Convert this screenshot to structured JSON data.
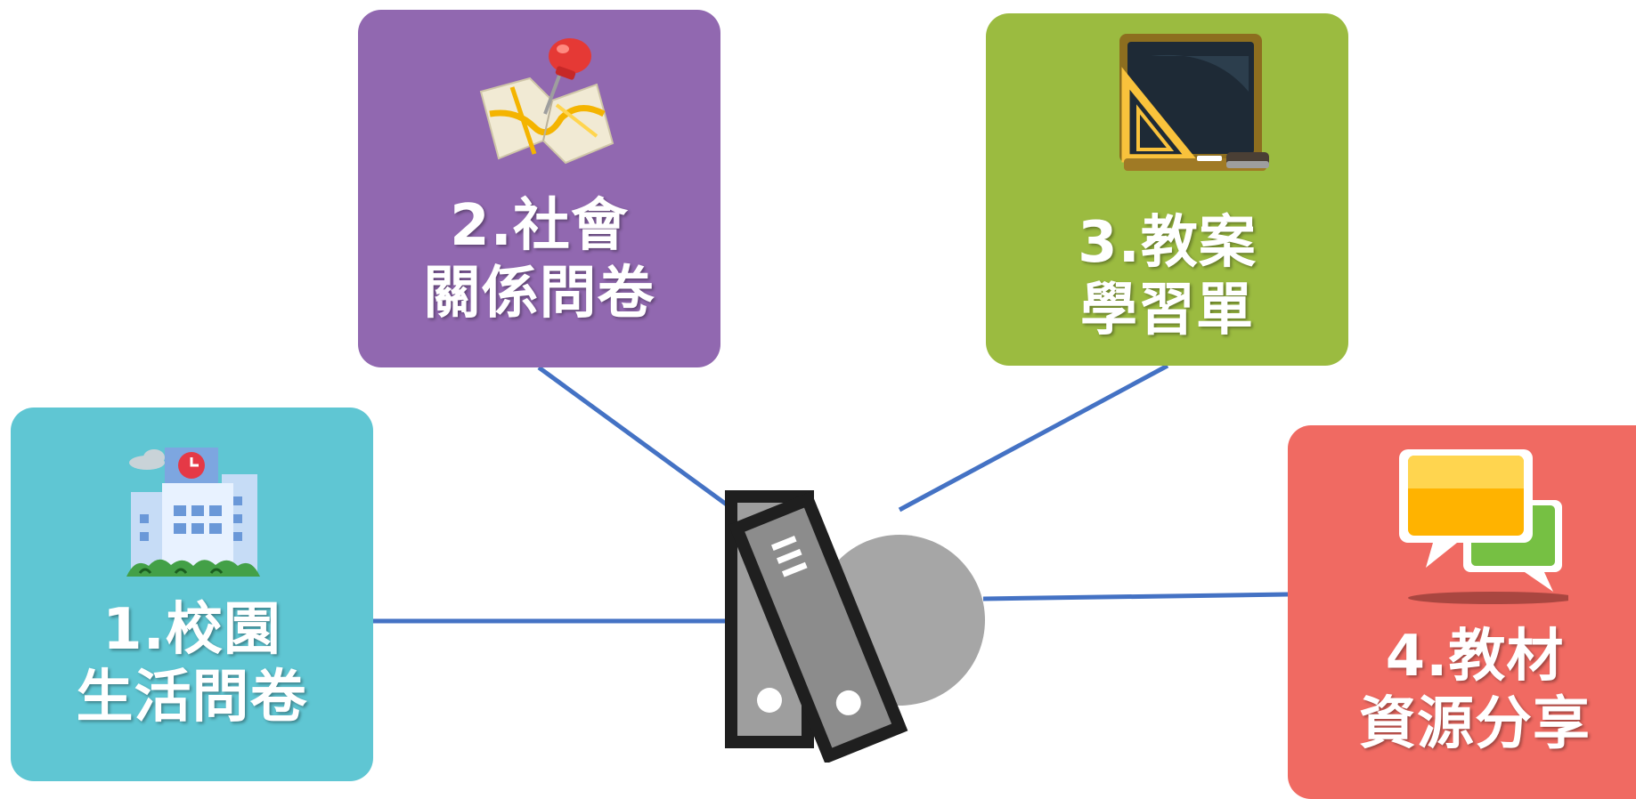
{
  "colors": {
    "tile_1": "#5fc6d3",
    "tile_2": "#9168b0",
    "tile_3": "#9bbb40",
    "tile_4": "#f06a62",
    "connector": "#4472c4",
    "binder_bg_circle": "#a6a6a6",
    "binder_fill": "#9e9e9e",
    "binder_outline": "#1f1f1f"
  },
  "tiles": [
    {
      "id": "1",
      "line1": "1.校園",
      "line2": "生活問卷",
      "icon": "school-building-icon"
    },
    {
      "id": "2",
      "line1": "2.社會",
      "line2": "關係問卷",
      "icon": "map-pin-icon"
    },
    {
      "id": "3",
      "line1": "3.教案",
      "line2": "學習單",
      "icon": "chalkboard-icon"
    },
    {
      "id": "4",
      "line1": "4.教材",
      "line2": "資源分享",
      "icon": "chat-bubbles-icon"
    }
  ],
  "center": {
    "icon": "binders-icon"
  }
}
